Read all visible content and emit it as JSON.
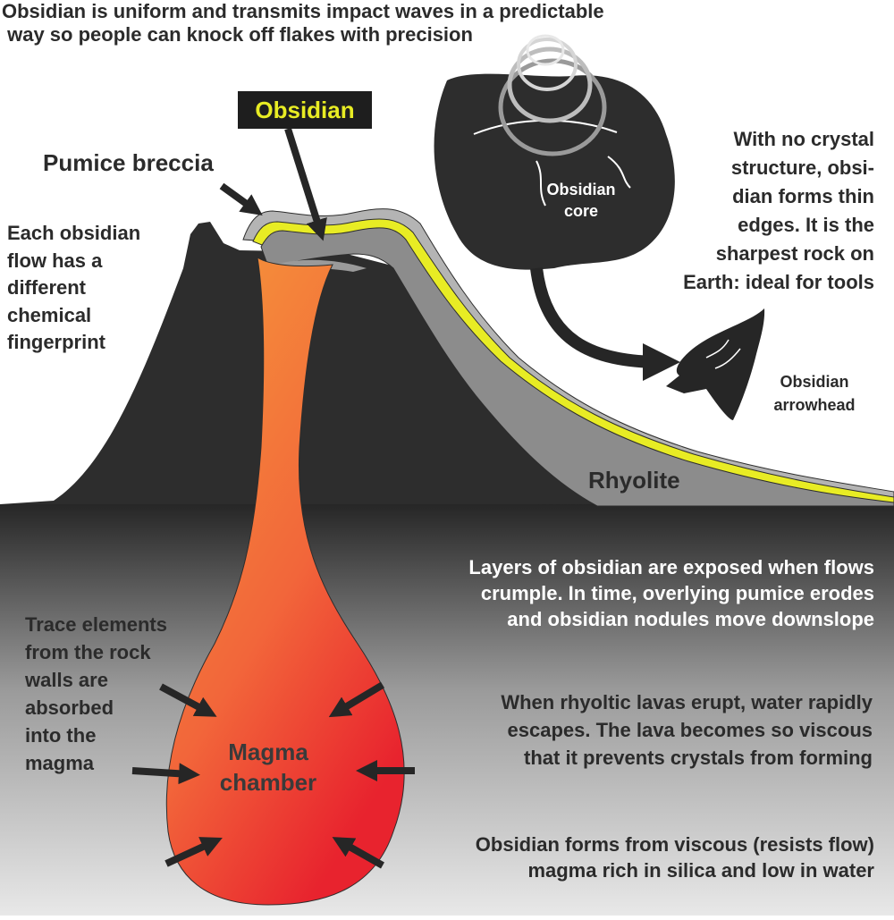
{
  "title_lines": [
    "Obsidian is uniform and transmits impact waves in a predictable",
    " way so people can knock off flakes with precision"
  ],
  "labels": {
    "obsidian_tag": "Obsidian",
    "pumice_breccia": "Pumice breccia",
    "rhyolite": "Rhyolite",
    "obsidian_core": [
      "Obsidian",
      "core"
    ],
    "arrowhead": [
      "Obsidian",
      "arrowhead"
    ],
    "magma_chamber": [
      "Magma",
      "chamber"
    ]
  },
  "notes": {
    "fingerprint": [
      "Each obsidian",
      "flow has a",
      "different",
      "chemical",
      "fingerprint"
    ],
    "crystal": [
      "With no crystal",
      "structure, obsi-",
      "dian forms thin",
      "edges. It is the",
      "sharpest rock on",
      "Earth: ideal for tools"
    ],
    "layers": [
      "Layers of obsidian are exposed when flows",
      "crumple. In time, overlying pumice erodes",
      "and obsidian nodules move downslope"
    ],
    "trace": [
      "Trace elements",
      "from the rock",
      "walls are",
      "absorbed",
      "into the",
      "magma"
    ],
    "rhyolitic": [
      "When rhyoltic lavas erupt, water rapidly",
      "escapes. The lava becomes so viscous",
      "that it prevents crystals from forming"
    ],
    "viscous": [
      "Obsidian forms from viscous (resists flow)",
      "magma rich in silica and low in water"
    ]
  },
  "colors": {
    "volcano": "#2d2d2d",
    "obsidian_layer": "#e8ec24",
    "rhyolite": "#8c8c8c",
    "pumice": "#b4b4b4",
    "magma_top": "#f59a3a",
    "magma_bottom": "#e8232e",
    "text_dark": "#2b2b2b",
    "underground_top": "#262626",
    "underground_bottom": "#e6e6e6"
  },
  "icons": [
    "arrow-icon",
    "impact-ripple-icon",
    "arrowhead-icon",
    "obsidian-core-icon"
  ]
}
